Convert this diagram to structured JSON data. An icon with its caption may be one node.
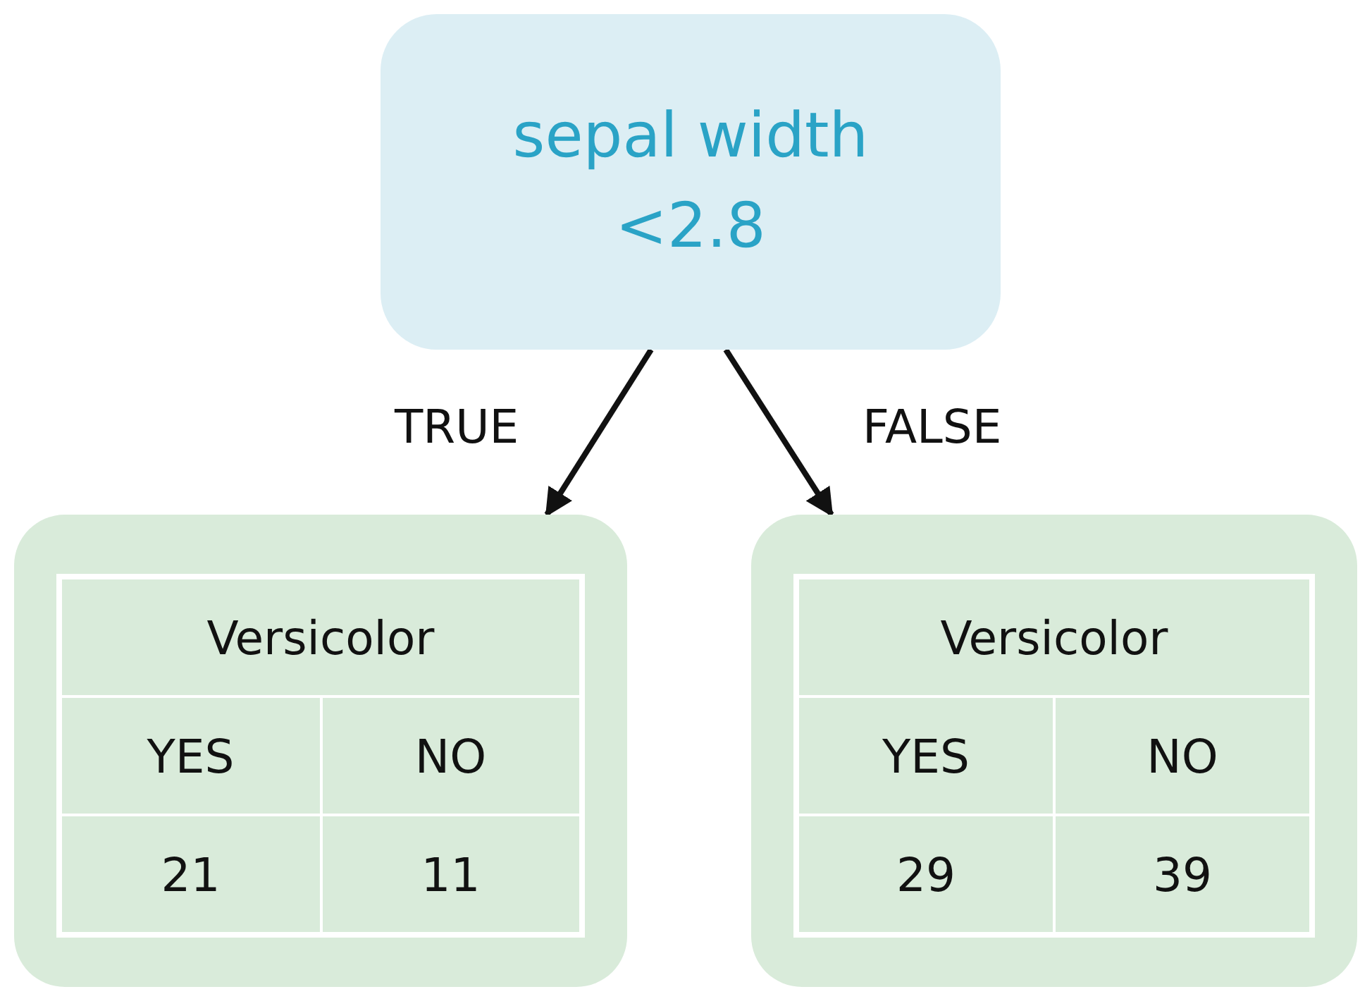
{
  "diagram": {
    "nodes": [
      {
        "text": [
          "sepal width <2.8"
        ]
      },
      {
        "text": [
          "Versicolor",
          "YES",
          "NO",
          "21",
          "11"
        ]
      },
      {
        "text": [
          "Versicolor",
          "YES",
          "NO",
          "29",
          "39"
        ]
      }
    ],
    "edges": [
      {
        "from": 0,
        "to": 1,
        "arrow": "to",
        "label": "TRUE"
      },
      {
        "from": 0,
        "to": 2,
        "arrow": "to",
        "label": "FALSE"
      }
    ]
  }
}
